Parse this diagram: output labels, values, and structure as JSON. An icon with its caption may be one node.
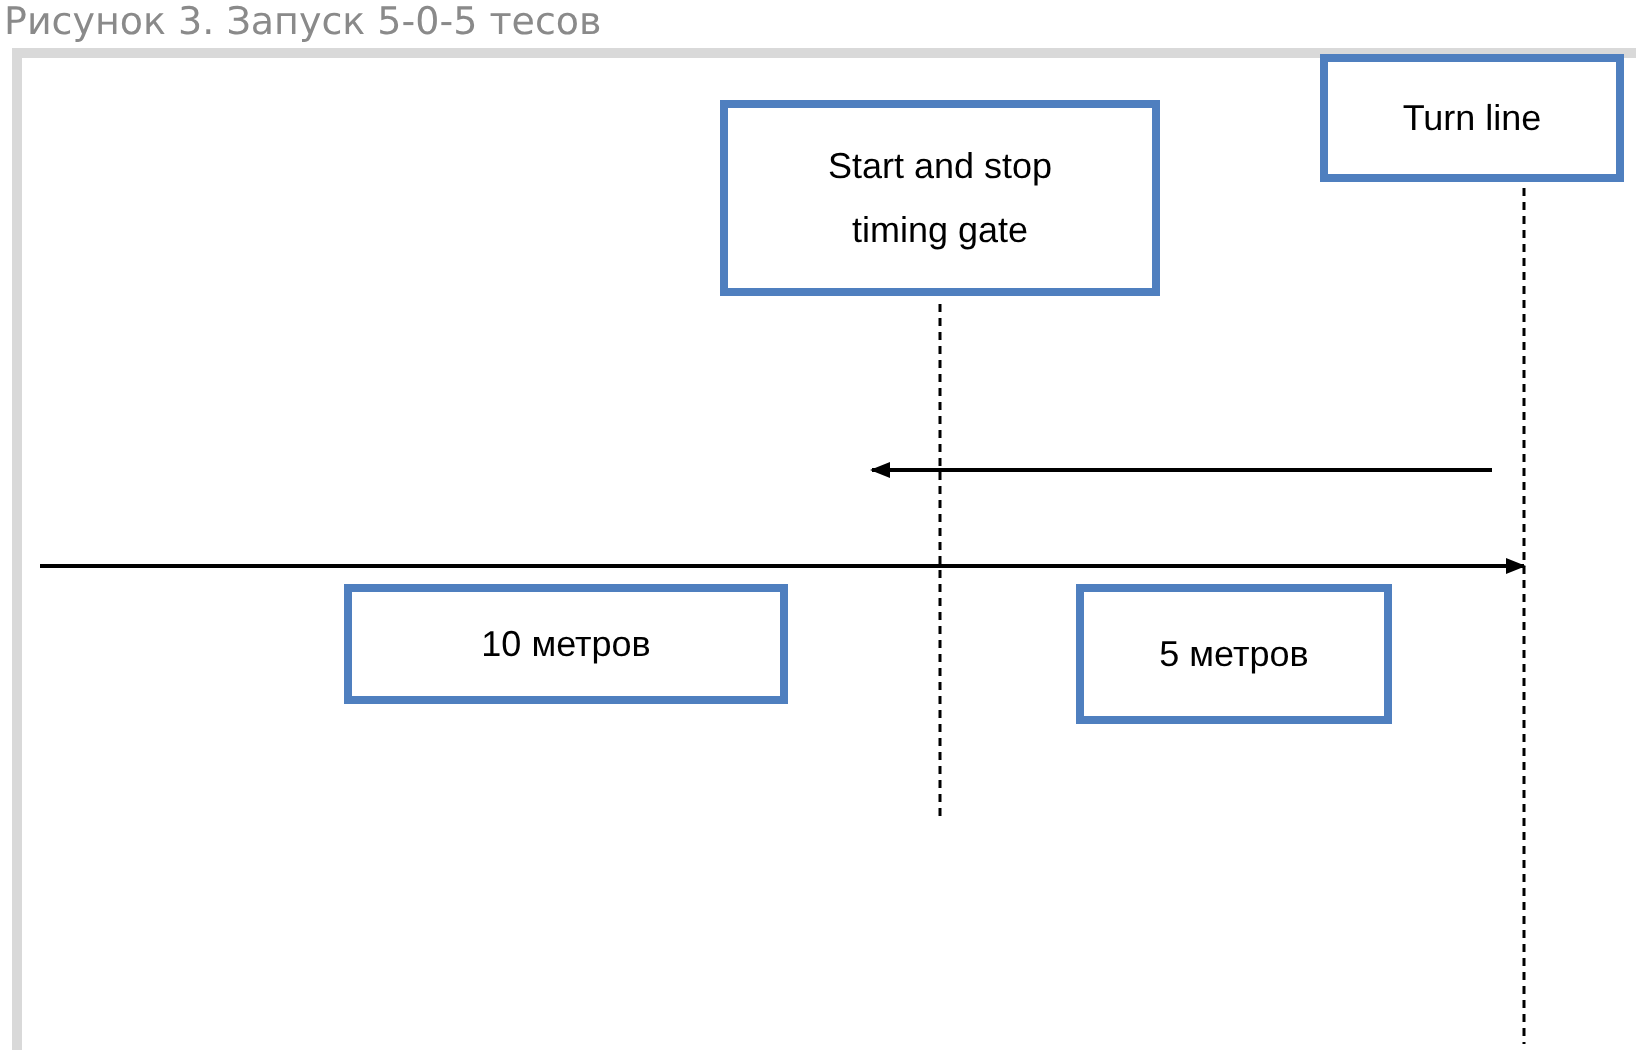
{
  "diagram": {
    "title": "Рисунок 3. Запуск 5-0-5 тесов",
    "nodes": [
      {
        "text": [
          "Start and stop timing gate"
        ]
      },
      {
        "text": [
          "Turn line"
        ]
      },
      {
        "text": [
          "10 метров"
        ]
      },
      {
        "text": [
          "5 метров"
        ]
      }
    ]
  }
}
